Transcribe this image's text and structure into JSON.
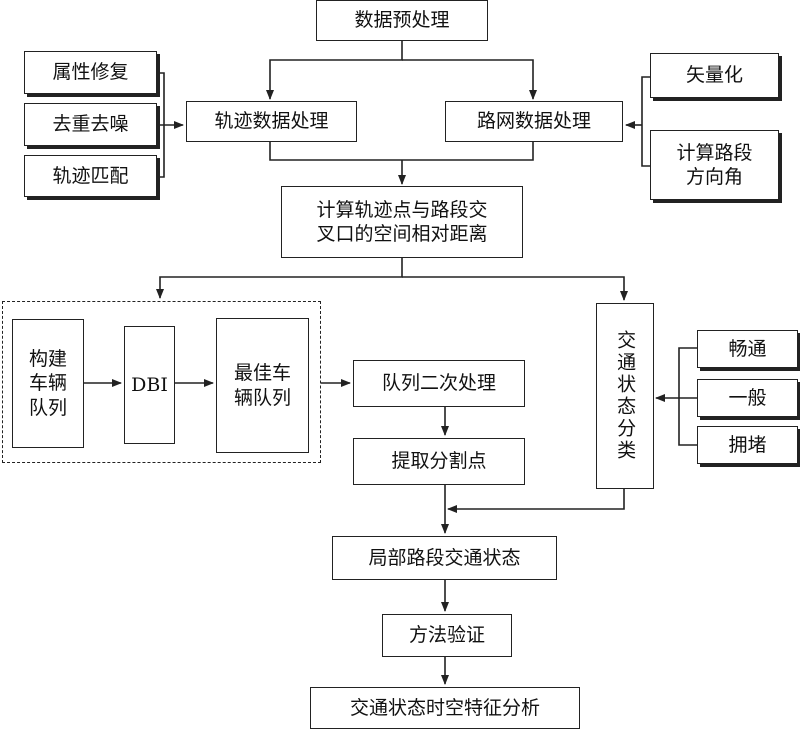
{
  "nodes": {
    "preprocess": "数据预处理",
    "attr_repair": "属性修复",
    "dedup": "去重去噪",
    "traj_match": "轨迹匹配",
    "traj_process": "轨迹数据处理",
    "road_process": "路网数据处理",
    "vectorize": "矢量化",
    "direction": "计算路段\n方向角",
    "compute_dist": "计算轨迹点与路段交\n叉口的空间相对距离",
    "build_queue": "构建\n车辆\n队列",
    "dbi": "DBI",
    "best_queue": "最佳车\n辆队列",
    "secondary": "队列二次处理",
    "extract": "提取分割点",
    "traffic_class": "交通状态分类",
    "smooth": "畅通",
    "normal": "一般",
    "congested": "拥堵",
    "local_state": "局部路段交通状态",
    "validation": "方法验证",
    "analysis": "交通状态时空特征分析"
  }
}
